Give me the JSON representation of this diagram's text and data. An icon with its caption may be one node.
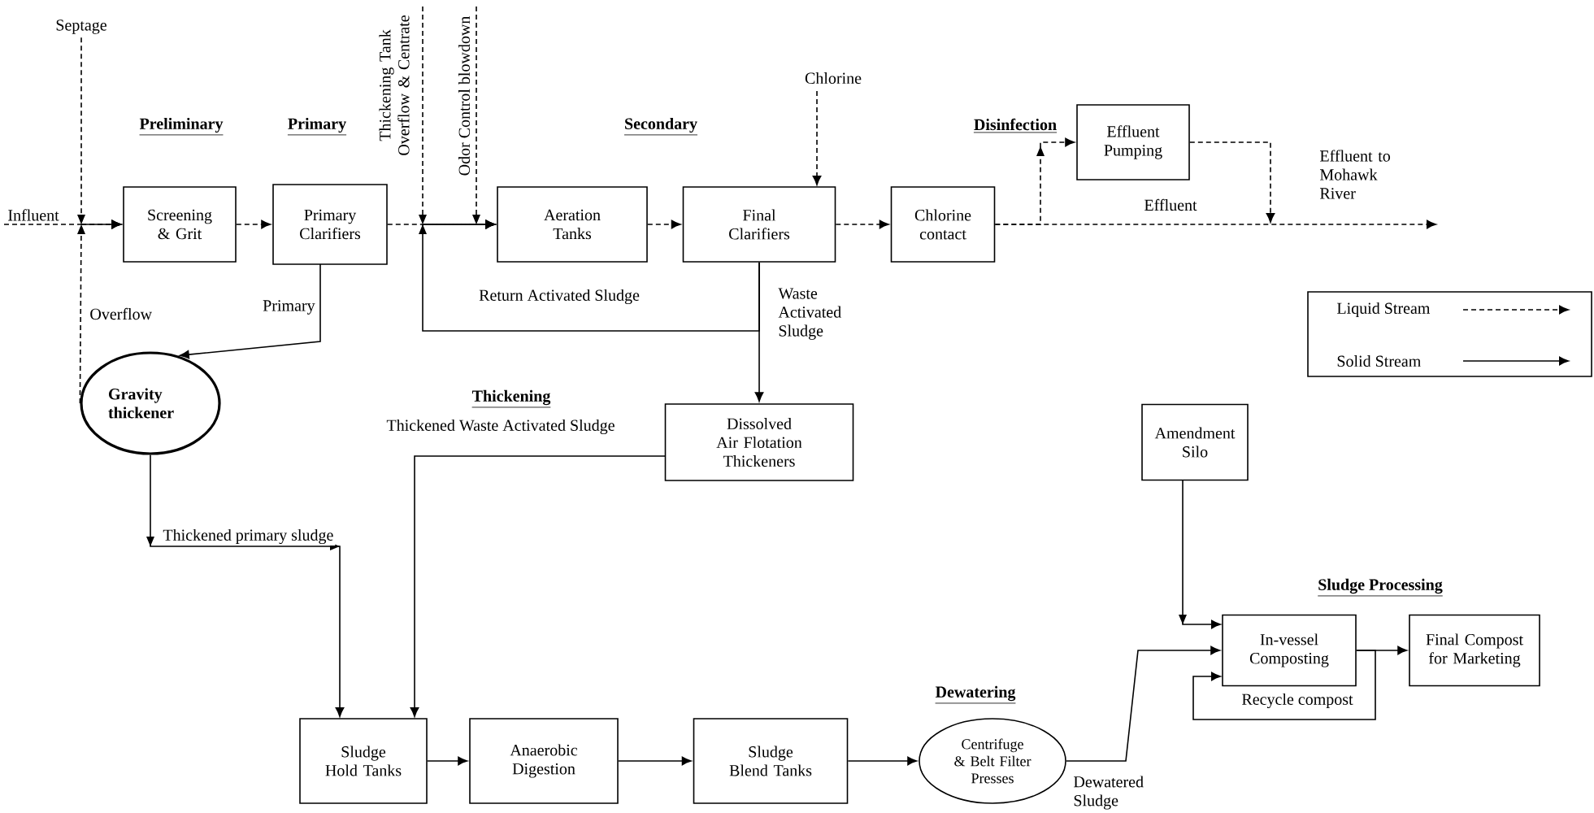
{
  "diagram": {
    "nodes": [
      {
        "text": [
          "Septage"
        ]
      },
      {
        "text": [
          "Influent"
        ]
      },
      {
        "text": [
          "Screening & Grit"
        ]
      },
      {
        "text": [
          "Primary Clarifiers"
        ]
      },
      {
        "text": [
          "Thickening Tank Overflow & Centrate"
        ]
      },
      {
        "text": [
          "Odor Control blowdown"
        ]
      },
      {
        "text": [
          "Aeration Tanks"
        ]
      },
      {
        "text": [
          "Final Clarifiers"
        ]
      },
      {
        "text": [
          "Chlorine"
        ]
      },
      {
        "text": [
          "Chlorine contact"
        ]
      },
      {
        "text": [
          "Effluent Pumping"
        ]
      },
      {
        "text": [
          "Gravity thickener"
        ]
      },
      {
        "text": [
          "Dissolved Air Flotation Thickeners"
        ]
      },
      {
        "text": [
          "Amendment Silo"
        ]
      },
      {
        "text": [
          "Sludge Hold Tanks"
        ]
      },
      {
        "text": [
          "Anaerobic Digestion"
        ]
      },
      {
        "text": [
          "Sludge Blend Tanks"
        ]
      },
      {
        "text": [
          "Centrifuge & Belt Filter Presses"
        ]
      },
      {
        "text": [
          "In-vessel Composting"
        ]
      },
      {
        "text": [
          "Final Compost for Marketing"
        ]
      }
    ],
    "edges": [
      {
        "from": 0,
        "to": 2,
        "arrow": "to",
        "style": "dashed"
      },
      {
        "from": 1,
        "to": 2,
        "arrow": "to",
        "style": "dashed"
      },
      {
        "from": 2,
        "to": 3,
        "arrow": "to",
        "style": "dashed"
      },
      {
        "from": 3,
        "to": 6,
        "arrow": "to",
        "style": "dashed"
      },
      {
        "from": 4,
        "to": 6,
        "arrow": "to",
        "style": "dashed"
      },
      {
        "from": 5,
        "to": 6,
        "arrow": "to",
        "style": "dashed"
      },
      {
        "from": 6,
        "to": 7,
        "arrow": "to",
        "style": "dashed"
      },
      {
        "from": 8,
        "to": 7,
        "arrow": "to",
        "style": "dashed"
      },
      {
        "from": 7,
        "to": 9,
        "arrow": "to",
        "style": "dashed"
      },
      {
        "from": 7,
        "to": 6,
        "arrow": "to",
        "label": "Return Activated Sludge"
      },
      {
        "from": 7,
        "to": 12,
        "arrow": "to",
        "label": "Waste Activated Sludge"
      },
      {
        "from": 9,
        "to": 10,
        "arrow": "to",
        "style": "dashed"
      },
      {
        "from": 9,
        "to": null,
        "arrow": "to",
        "style": "dashed",
        "label": "Effluent"
      },
      {
        "from": 10,
        "to": null,
        "arrow": "to",
        "style": "dashed"
      },
      {
        "from": 3,
        "to": 11,
        "arrow": "to",
        "label": "Primary"
      },
      {
        "from": 11,
        "to": 2,
        "arrow": "to",
        "style": "dashed",
        "label": "Overflow"
      },
      {
        "from": 11,
        "to": 14,
        "arrow": "to",
        "label": "Thickened primary sludge"
      },
      {
        "from": 12,
        "to": 14,
        "arrow": "to",
        "label": "Thickened Waste Activated Sludge"
      },
      {
        "from": 14,
        "to": 15,
        "arrow": "to"
      },
      {
        "from": 15,
        "to": 16,
        "arrow": "to"
      },
      {
        "from": 16,
        "to": 17,
        "arrow": "to"
      },
      {
        "from": 17,
        "to": 18,
        "arrow": "to",
        "label": "Dewatered Sludge"
      },
      {
        "from": 13,
        "to": 18,
        "arrow": "to"
      },
      {
        "from": 18,
        "to": 19,
        "arrow": "to"
      },
      {
        "from": 18,
        "to": 18,
        "arrow": "to",
        "label": "Recycle compost"
      }
    ],
    "labels": [
      "Preliminary",
      "Primary",
      "Secondary",
      "Disinfection",
      "Thickening",
      "Dewatering",
      "Sludge Processing",
      "Effluent to Mohawk River"
    ],
    "legend": [
      {
        "text": "Liquid Stream"
      },
      {
        "text": "Solid Stream"
      }
    ]
  }
}
